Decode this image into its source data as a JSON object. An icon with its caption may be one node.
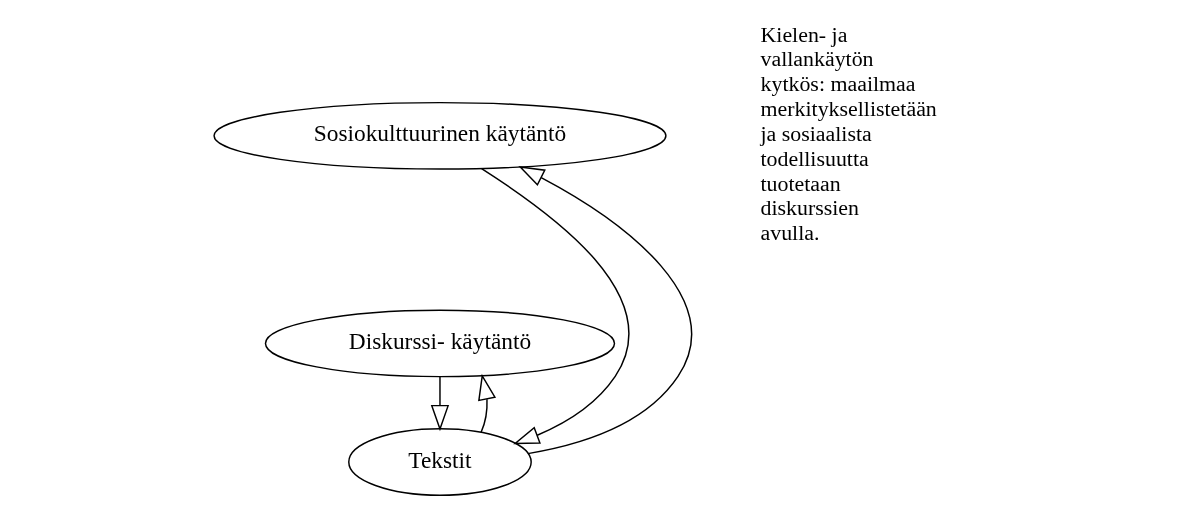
{
  "diagram": {
    "nodes": [
      {
        "text": [
          "Sosiokulttuurinen käytäntö"
        ]
      },
      {
        "text": [
          "Diskurssi- käytäntö"
        ]
      },
      {
        "text": [
          "Tekstit"
        ]
      }
    ],
    "edges": [
      {
        "from": 0,
        "to": 2,
        "arrow": "to"
      },
      {
        "from": 1,
        "to": 2,
        "arrow": "to"
      },
      {
        "from": 2,
        "to": 0,
        "arrow": "to"
      },
      {
        "from": 2,
        "to": 1,
        "arrow": "to"
      }
    ],
    "labels": [
      "Kielen- ja vallankäytön kytkös: maailmaa merkityksellistetään ja sosiaalista todellisuutta tuotetaan diskurssien avulla."
    ]
  }
}
